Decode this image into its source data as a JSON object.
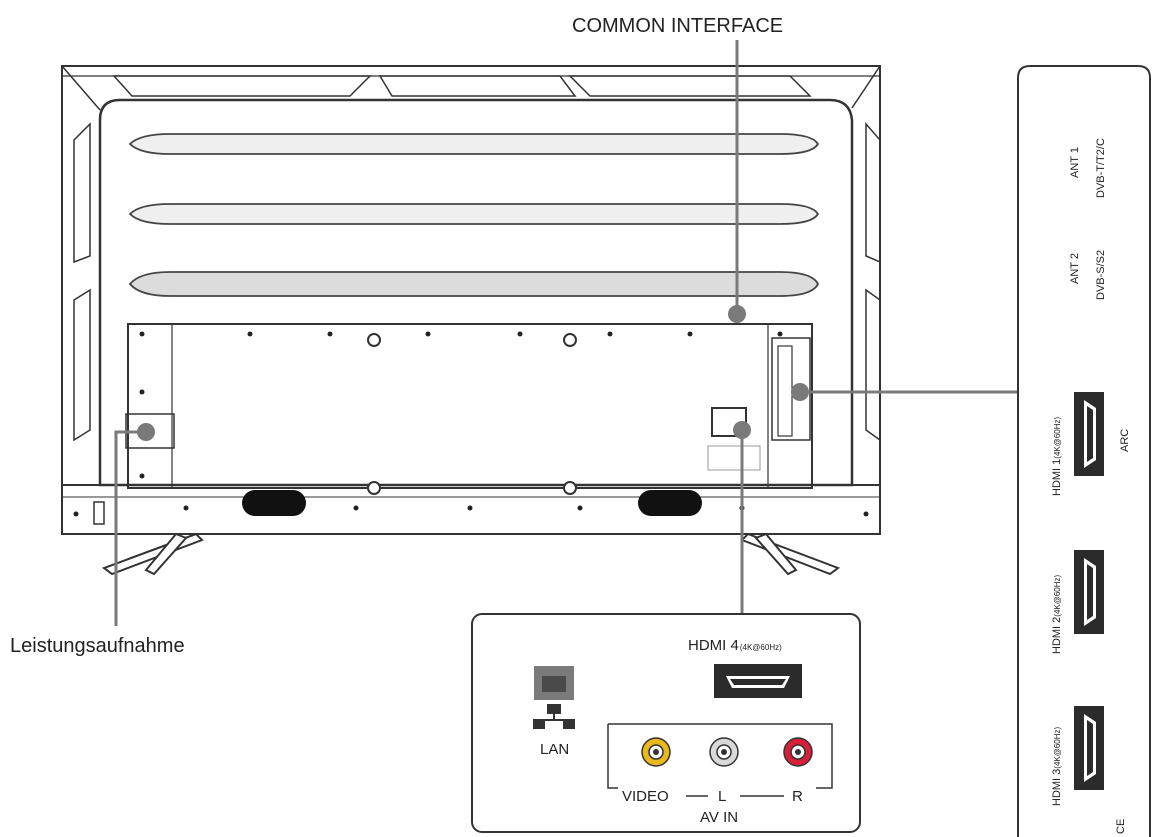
{
  "labels": {
    "common_interface": "COMMON INTERFACE",
    "power": "Leistungsaufnahme",
    "hdmi4_main": "HDMI 4",
    "hdmi4_spec": "(4K@60Hz)",
    "lan": "LAN",
    "video": "VIDEO",
    "audio_l": "L",
    "audio_r": "R",
    "av_in": "AV IN",
    "ant1_name": "ANT 1",
    "ant1_std": "DVB-T/T2/C",
    "ant2_name": "ANT 2",
    "ant2_std": "DVB-S/S2",
    "hdmi1_main": "HDMI 1",
    "hdmi1_spec": "(4K@60Hz)",
    "arc": "ARC",
    "hdmi2_main": "HDMI 2",
    "hdmi2_spec": "(4K@60Hz)",
    "hdmi3_main": "HDMI 3",
    "hdmi3_spec": "(4K@60Hz)",
    "ci_edge": "CE"
  },
  "colors": {
    "line": "#333333",
    "leader": "#7a7a7a",
    "video_jack": "#e8b81c",
    "audio_l_jack": "#d9d9d9",
    "audio_r_jack": "#d81f3a",
    "port_fill": "#2b2b2b",
    "lan_fill": "#7a7a7a"
  },
  "icons": [
    "network-icon"
  ]
}
